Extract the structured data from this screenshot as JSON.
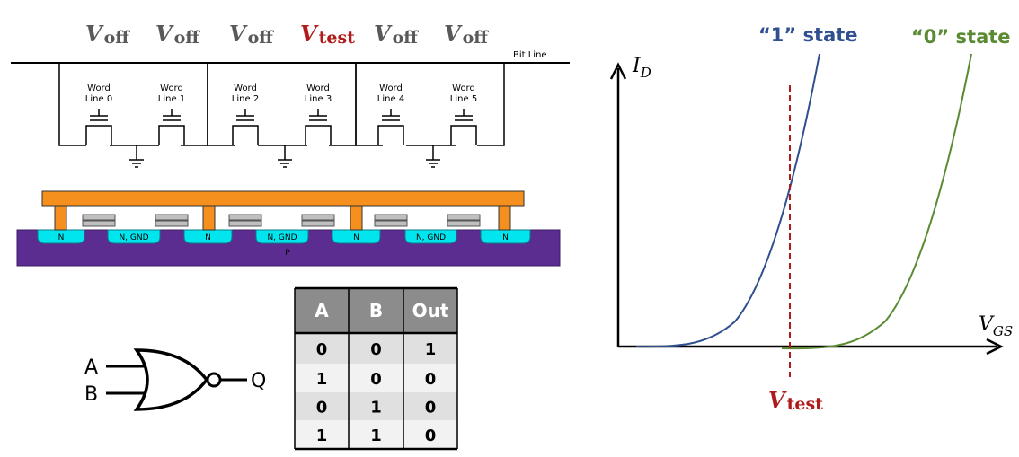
{
  "voltages": [
    {
      "main": "V",
      "sub": "off",
      "type": "off"
    },
    {
      "main": "V",
      "sub": "off",
      "type": "off"
    },
    {
      "main": "V",
      "sub": "off",
      "type": "off"
    },
    {
      "main": "V",
      "sub": "test",
      "type": "test"
    },
    {
      "main": "V",
      "sub": "off",
      "type": "off"
    },
    {
      "main": "V",
      "sub": "off",
      "type": "off"
    }
  ],
  "bit_line_label": "Bit Line",
  "word_lines": [
    {
      "line1": "Word",
      "line2": "Line 0"
    },
    {
      "line1": "Word",
      "line2": "Line 1"
    },
    {
      "line1": "Word",
      "line2": "Line 2"
    },
    {
      "line1": "Word",
      "line2": "Line 3"
    },
    {
      "line1": "Word",
      "line2": "Line 4"
    },
    {
      "line1": "Word",
      "line2": "Line 5"
    }
  ],
  "cross_section": {
    "regions": [
      "N",
      "N, GND",
      "N",
      "N, GND",
      "N",
      "N, GND",
      "N"
    ],
    "substrate": "P"
  },
  "gate": {
    "input_a": "A",
    "input_b": "B",
    "output": "Q"
  },
  "truth_table": {
    "headers": [
      "A",
      "B",
      "Out"
    ],
    "rows": [
      [
        "0",
        "0",
        "1"
      ],
      [
        "1",
        "0",
        "0"
      ],
      [
        "0",
        "1",
        "0"
      ],
      [
        "1",
        "1",
        "0"
      ]
    ]
  },
  "graph": {
    "y_axis": {
      "main": "I",
      "sub": "D"
    },
    "x_axis": {
      "main": "V",
      "sub": "GS"
    },
    "state1": "“1” state",
    "state0": "“0” state",
    "vtest": {
      "main": "V",
      "sub": "test"
    }
  },
  "colors": {
    "test_red": "#b01a1a",
    "state1_blue": "#2f4f8f",
    "state0_green": "#5a8a32",
    "metal_orange": "#f5901e",
    "substrate_purple": "#5c2d91",
    "n_cyan": "#00e5ee",
    "gate_gray": "#bfbfbf",
    "table_header": "#8c8c8c",
    "table_row_a": "#e0e0e0",
    "table_row_b": "#f2f2f2"
  }
}
